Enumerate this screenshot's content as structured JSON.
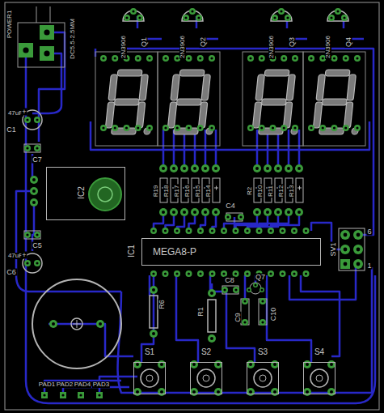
{
  "diagram": {
    "nodes": [
      {
        "text": [
          "IC1",
          "MEGA8-P"
        ]
      },
      {
        "text": [
          "IC2"
        ]
      },
      {
        "text": [
          "S1"
        ]
      },
      {
        "text": [
          "S2"
        ]
      },
      {
        "text": [
          "S3"
        ]
      },
      {
        "text": [
          "S4"
        ]
      }
    ],
    "labels": [
      "POWER1",
      "DC5.5-2.5MM",
      "47uF",
      "C1",
      "+",
      "C7",
      "C5",
      "47uF",
      "C6",
      "+",
      "2N3906",
      "Q1",
      "2N3906",
      "Q2",
      "2N3906",
      "Q3",
      "2N3906",
      "Q4",
      "R19",
      "R18",
      "R17",
      "R16",
      "R15",
      "R14",
      "R2",
      "R10",
      "R11",
      "R12",
      "R13",
      "C4",
      "SV1",
      "6",
      "1",
      "C8",
      "Q7",
      "R6",
      "R1",
      "C9",
      "C10",
      "PAD1",
      "PAD2",
      "PAD4",
      "PAD3"
    ]
  }
}
